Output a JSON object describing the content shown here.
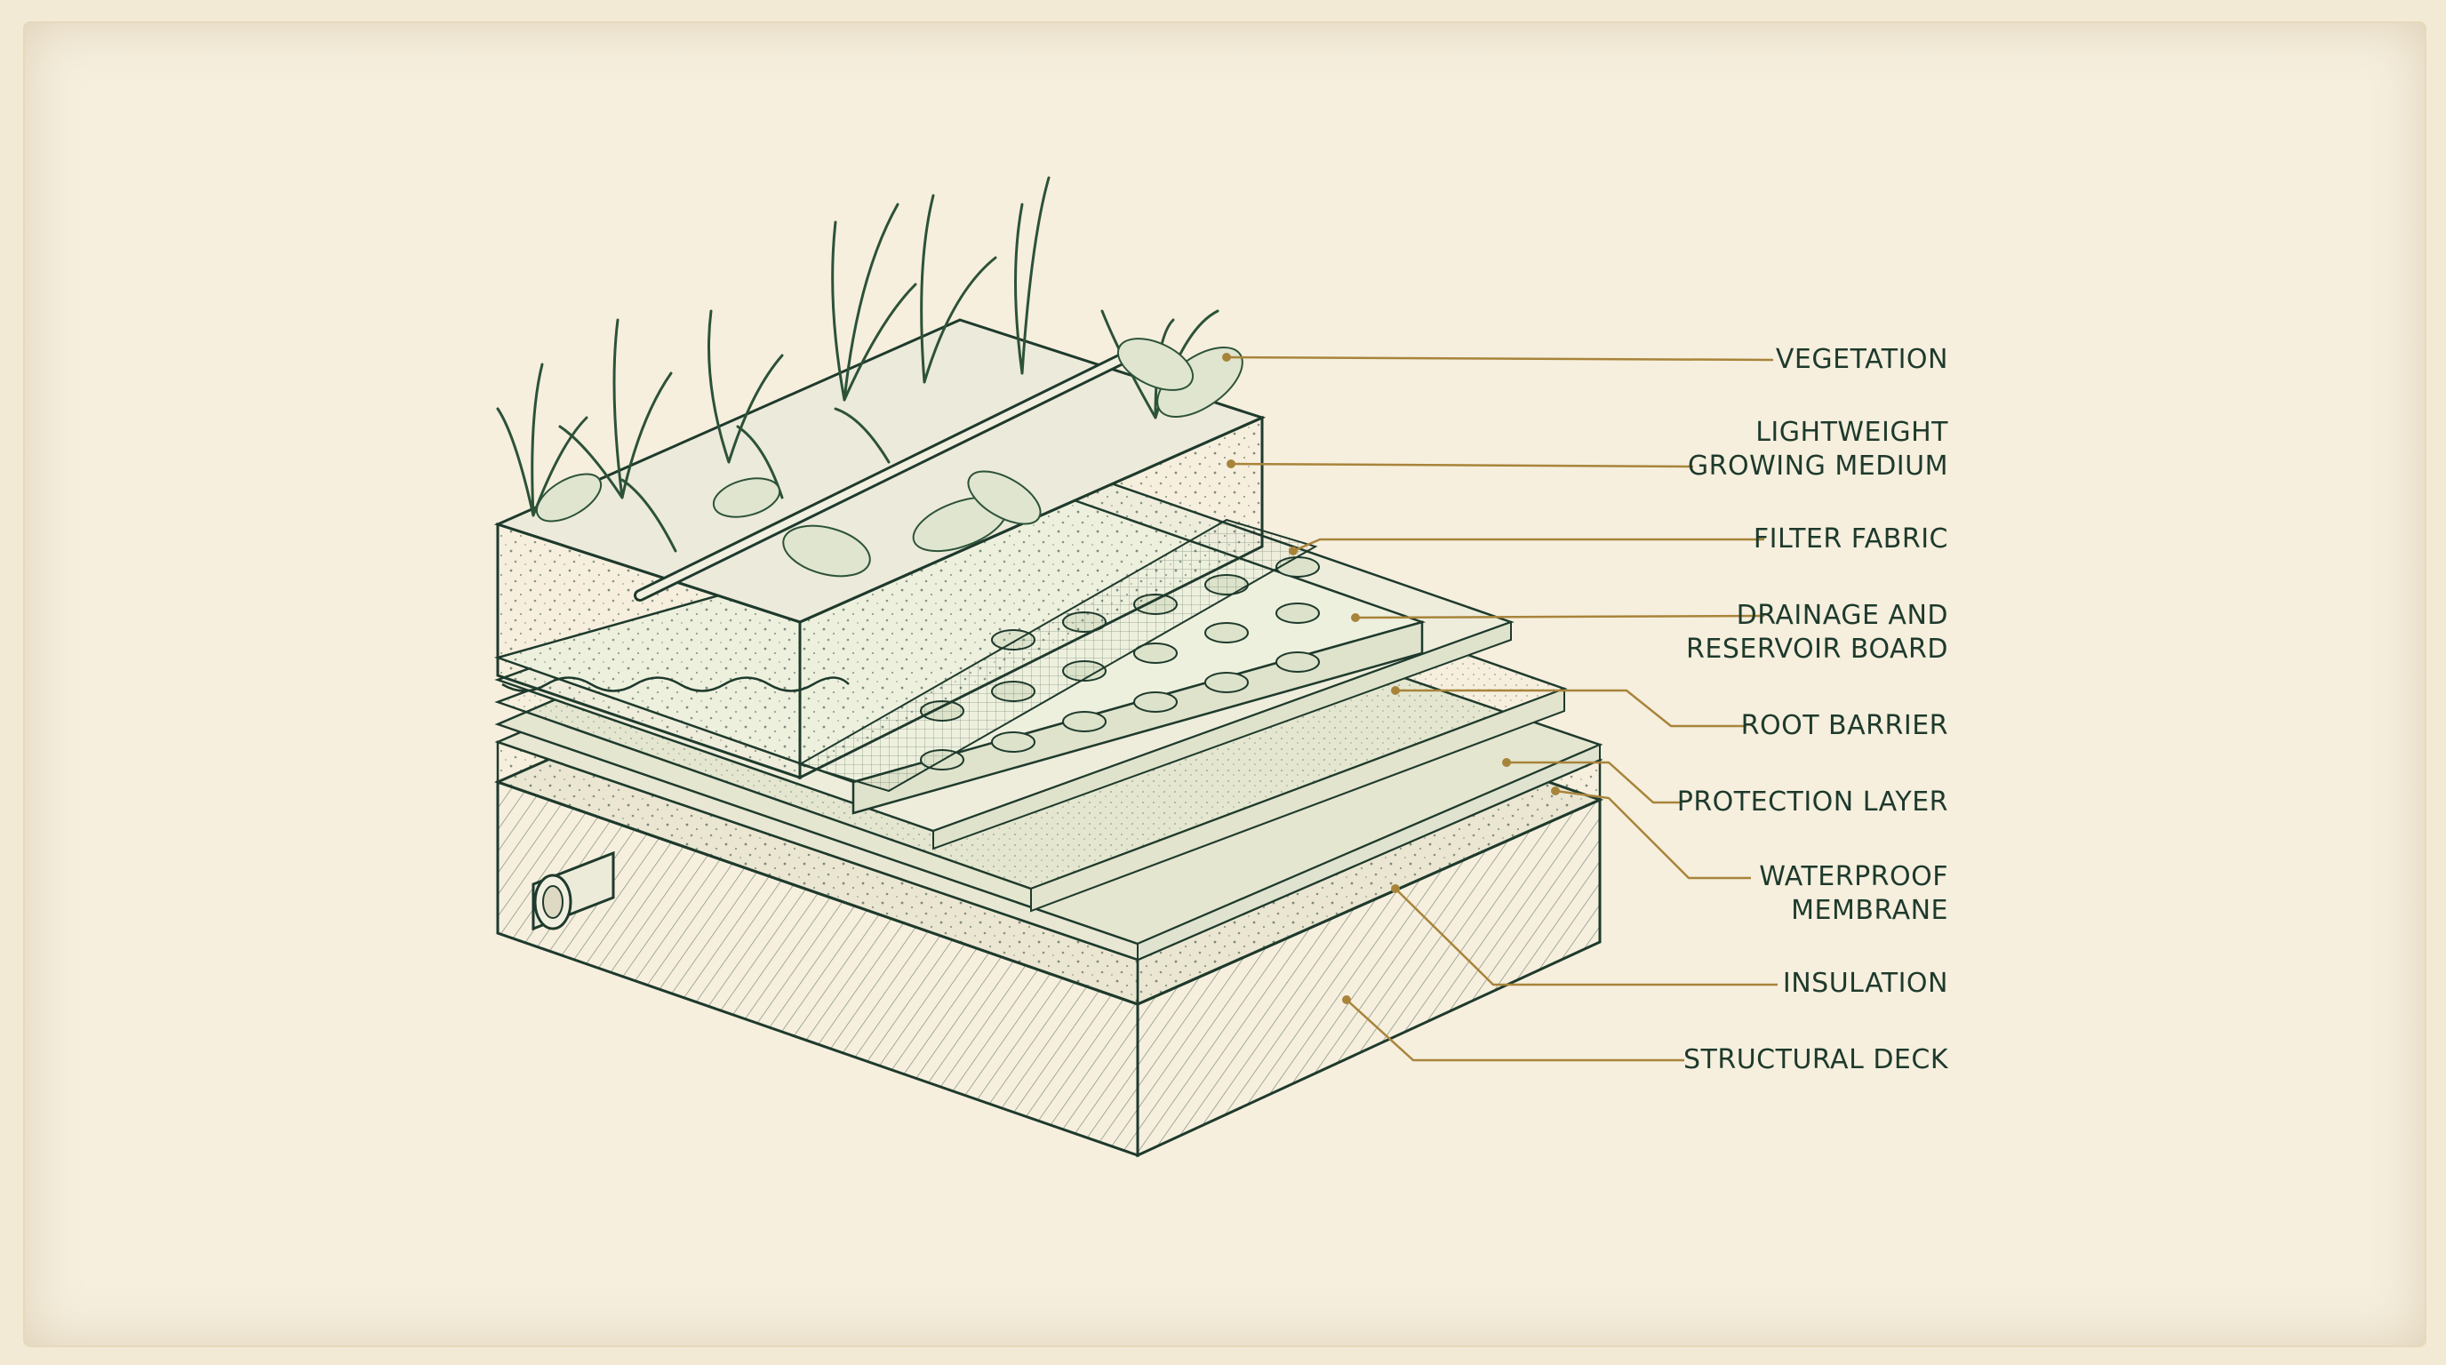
{
  "colors": {
    "paper": "#f6efde",
    "ink": "#1e3a2c",
    "leader": "#a8843a",
    "wash": "#dfe3cf"
  },
  "labels": [
    {
      "id": "vegetation",
      "text": "VEGETATION"
    },
    {
      "id": "growing-medium",
      "text": "LIGHTWEIGHT\nGROWING MEDIUM"
    },
    {
      "id": "filter-fabric",
      "text": "FILTER FABRIC"
    },
    {
      "id": "drainage-board",
      "text": "DRAINAGE AND\nRESERVOIR BOARD"
    },
    {
      "id": "root-barrier",
      "text": "ROOT BARRIER"
    },
    {
      "id": "protection-layer",
      "text": "PROTECTION LAYER"
    },
    {
      "id": "waterproof-membrane",
      "text": "WATERPROOF\nMEMBRANE"
    },
    {
      "id": "insulation",
      "text": "INSULATION"
    },
    {
      "id": "structural-deck",
      "text": "STRUCTURAL DECK"
    }
  ]
}
